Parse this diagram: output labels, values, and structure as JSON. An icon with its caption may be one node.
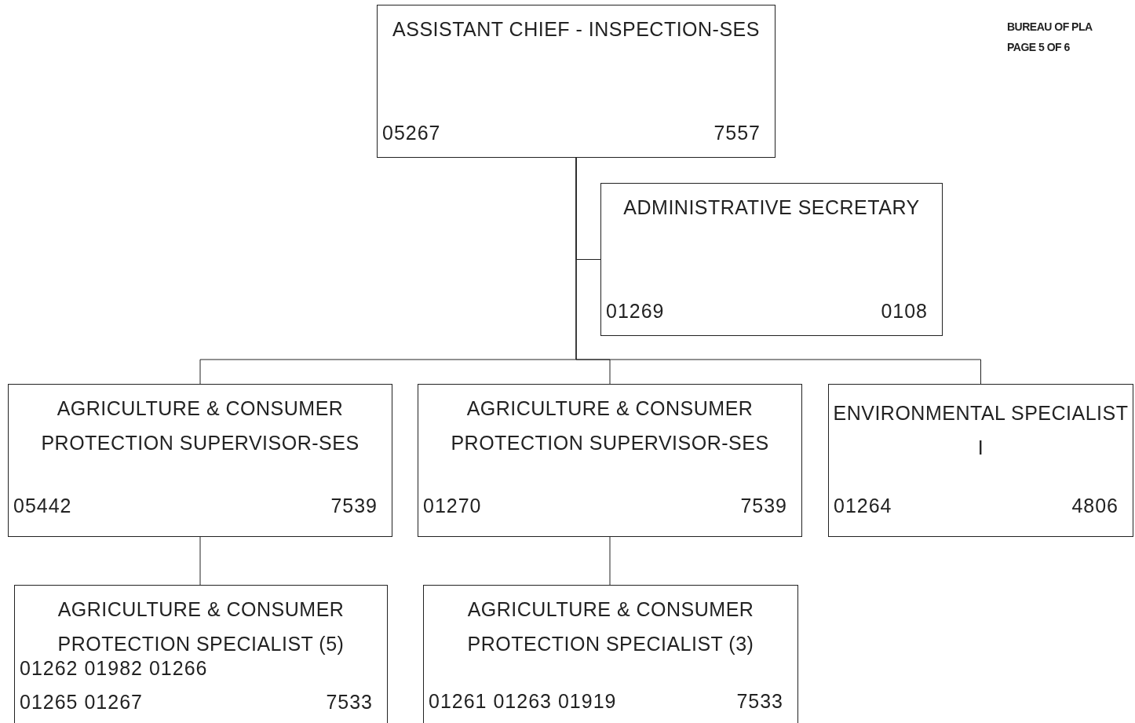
{
  "diagram": {
    "nodes": [
      {
        "text": [
          "ASSISTANT CHIEF - INSPECTION-SES",
          "05267",
          "7557"
        ]
      },
      {
        "text": [
          "ADMINISTRATIVE SECRETARY",
          "01269",
          "0108"
        ]
      },
      {
        "text": [
          "AGRICULTURE & CONSUMER PROTECTION SUPERVISOR-SES",
          "05442",
          "7539"
        ]
      },
      {
        "text": [
          "AGRICULTURE & CONSUMER PROTECTION SUPERVISOR-SES",
          "01270",
          "7539"
        ]
      },
      {
        "text": [
          "ENVIRONMENTAL SPECIALIST I",
          "01264",
          "4806"
        ]
      },
      {
        "text": [
          "AGRICULTURE & CONSUMER PROTECTION SPECIALIST (5)",
          "01262 01982 01266",
          "01265 01267",
          "7533"
        ]
      },
      {
        "text": [
          "AGRICULTURE & CONSUMER PROTECTION SPECIALIST (3)",
          "01261 01263 01919",
          "7533"
        ]
      }
    ],
    "edges": [
      {
        "from": 0,
        "to": 1,
        "arrow": "none"
      },
      {
        "from": 0,
        "to": 2,
        "arrow": "none"
      },
      {
        "from": 0,
        "to": 3,
        "arrow": "none"
      },
      {
        "from": 0,
        "to": 4,
        "arrow": "none"
      },
      {
        "from": 2,
        "to": 5,
        "arrow": "none"
      },
      {
        "from": 3,
        "to": 6,
        "arrow": "none"
      }
    ],
    "labels": [
      "BUREAU OF PLA",
      "PAGE 5 OF 6"
    ]
  }
}
